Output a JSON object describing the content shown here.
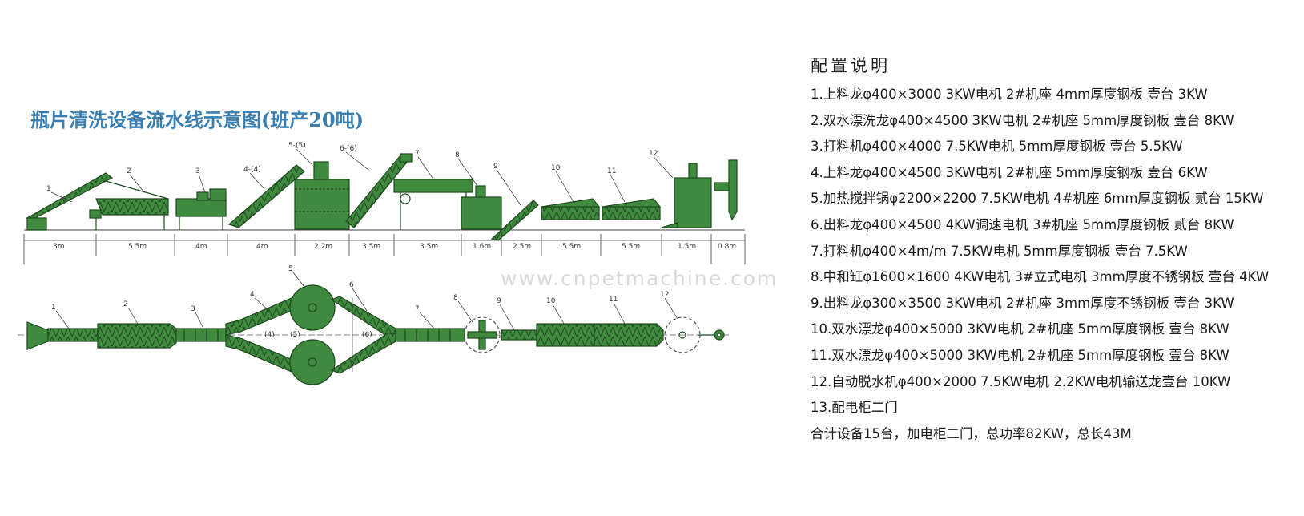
{
  "title": "瓶片清洗设备流水线示意图(班产20吨)",
  "watermark": "www.cnpetmachine.com",
  "config": {
    "heading": "配置说明",
    "items": [
      "1.上料龙φ400×3000  3KW电机  2#机座  4mm厚度钢板  壹台  3KW",
      "2.双水漂洗龙φ400×4500  3KW电机  2#机座  5mm厚度钢板  壹台  8KW",
      "3.打料机φ400×4000  7.5KW电机  5mm厚度钢板  壹台  5.5KW",
      "4.上料龙φ400×4500  3KW电机  2#机座  5mm厚度钢板  壹台  6KW",
      "5.加热搅拌锅φ2200×2200  7.5KW电机  4#机座  6mm厚度钢板  贰台  15KW",
      "6.出料龙φ400×4500  4KW调速电机  3#机座  5mm厚度钢板  贰台  8KW",
      "7.打料机φ400×4m/m  7.5KW电机  5mm厚度钢板  壹台  7.5KW",
      "8.中和缸φ1600×1600  4KW电机  3#立式电机  3mm厚度不锈钢板  壹台  4KW",
      "9.出料龙φ300×3500  3KW电机  2#机座  3mm厚度不锈钢板  壹台  3KW",
      "10.双水漂龙φ400×5000  3KW电机  2#机座  5mm厚度钢板  壹台  8KW",
      "11.双水漂龙φ400×5000  3KW电机  2#机座  5mm厚度钢板  壹台  8KW",
      "12.自动脱水机φ400×2000  7.5KW电机  2.2KW电机输送龙壹台  10KW",
      "13.配电柜二门"
    ],
    "total": "合计设备15台，加电柜二门，总功率82KW，总长43M"
  },
  "side_view": {
    "labels": [
      "1",
      "2",
      "3",
      "4-(4)",
      "5-(5)",
      "6-(6)",
      "7",
      "8",
      "9",
      "10",
      "11",
      "12"
    ],
    "dimensions": [
      "3m",
      "5.5m",
      "4m",
      "4m",
      "2.2m",
      "3.5m",
      "3.5m",
      "1.6m",
      "2.5m",
      "5.5m",
      "5.5m",
      "1.5m",
      "0.8m"
    ]
  },
  "top_view": {
    "labels": [
      "1",
      "2",
      "3",
      "4",
      "5",
      "6",
      "7",
      "8",
      "9",
      "10",
      "11",
      "12",
      "(4)",
      "(5)",
      "(6)"
    ]
  },
  "colors": {
    "machine_fill": "#3f8a3e",
    "machine_stroke": "#1f4a1f",
    "title": "#3b7fb2",
    "text": "#1a1a1a"
  }
}
